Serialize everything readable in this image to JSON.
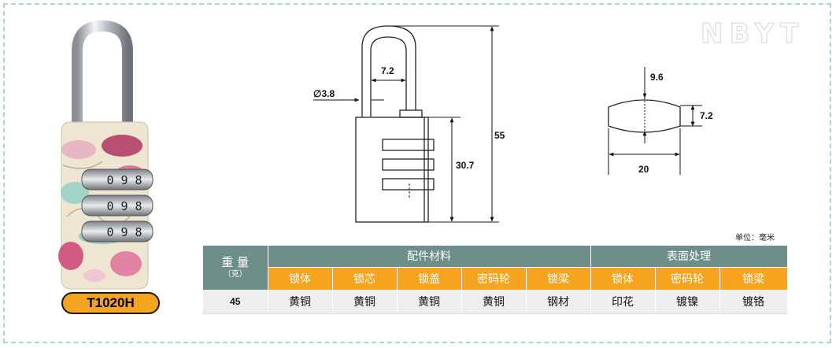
{
  "brand": "NBYT",
  "model": "T1020H",
  "unit_note": "单位：毫米",
  "dimensions": {
    "shackle_diameter": "∅3.8",
    "shackle_inner_width": "7.2",
    "total_height": "55",
    "body_height": "30.7",
    "side_depth": "9.6",
    "side_thickness": "7.2",
    "side_width": "20"
  },
  "dial_digits": [
    "0",
    "9",
    "8"
  ],
  "table": {
    "weight_header": "重 量",
    "weight_unit": "（克）",
    "group_parts": "配件材料",
    "group_surface": "表面处理",
    "columns": [
      "锁体",
      "锁芯",
      "锁盖",
      "密码轮",
      "锁梁",
      "锁体",
      "密码轮",
      "锁梁"
    ],
    "weight_value": "45",
    "values": [
      "黄铜",
      "黄铜",
      "黄铜",
      "黄铜",
      "钢材",
      "印花",
      "镀镍",
      "镀铬"
    ]
  },
  "colors": {
    "header_teal": "#6e8e89",
    "header_orange": "#f5a41f",
    "frame_dash": "#a9d6dc"
  }
}
